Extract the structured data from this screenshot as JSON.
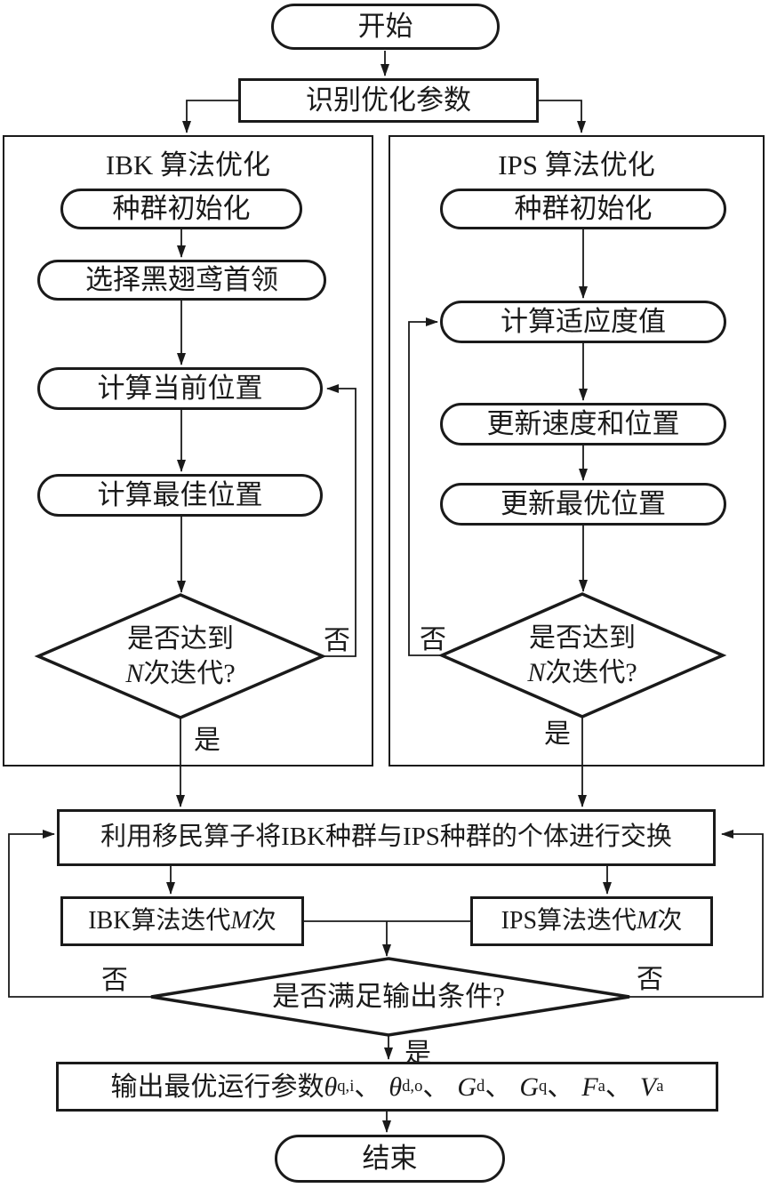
{
  "colors": {
    "ink": "#1a1a1a",
    "background": "#ffffff"
  },
  "flowchart": {
    "start": "开始",
    "identify": "识别优化参数",
    "left_branch": {
      "title": "IBK 算法优化",
      "steps": [
        "种群初始化",
        "选择黑翅鸢首领",
        "计算当前位置",
        "计算最佳位置"
      ],
      "decision": {
        "line1": "是否达到",
        "var": "N",
        "line2_rest": "次迭代?"
      },
      "no_label": "否",
      "yes_label": "是"
    },
    "right_branch": {
      "title": "IPS 算法优化",
      "steps": [
        "种群初始化",
        "计算适应度值",
        "更新速度和位置",
        "更新最优位置"
      ],
      "decision": {
        "line1": "是否达到",
        "var": "N",
        "line2_rest": "次迭代?"
      },
      "no_label": "否",
      "yes_label": "是"
    },
    "exchange": "利用移民算子将IBK种群与IPS种群的个体进行交换",
    "iterate_left": {
      "prefix": "IBK算法迭代",
      "var": "M",
      "suffix": "次"
    },
    "iterate_right": {
      "prefix": "IPS算法迭代",
      "var": "M",
      "suffix": "次"
    },
    "output_decision": {
      "text": "是否满足输出条件?",
      "no_left": "否",
      "no_right": "否",
      "yes": "是"
    },
    "output": {
      "prefix": "输出最优运行参数",
      "params": [
        {
          "sym": "θ",
          "sub": "q,i",
          "sep": "、"
        },
        {
          "sym": "θ",
          "sub": "d,o",
          "sep": "、"
        },
        {
          "sym": "G",
          "sub": "d",
          "sep": "、"
        },
        {
          "sym": "G",
          "sub": "q",
          "sep": "、"
        },
        {
          "sym": "F",
          "sub": "a",
          "sep": "、"
        },
        {
          "sym": "V",
          "sub": "a",
          "sep": ""
        }
      ]
    },
    "end": "结束"
  }
}
